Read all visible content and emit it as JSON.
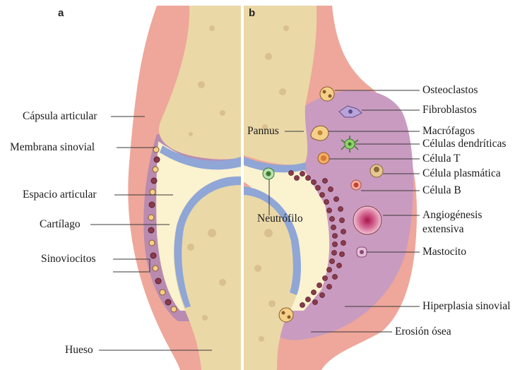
{
  "panels": {
    "a": "a",
    "b": "b"
  },
  "labels_left": {
    "capsula": "Cápsula articular",
    "membrana": "Membrana sinovial",
    "espacio": "Espacio articular",
    "cartilago": "Cartílago",
    "sinoviocitos": "Sinoviocitos",
    "hueso": "Hueso"
  },
  "labels_right": {
    "osteoclastos": "Osteoclastos",
    "fibroblastos": "Fibroblastos",
    "macrofagos": "Macrófagos",
    "dendriticas": "Células dendríticas",
    "celula_t": "Célula T",
    "plasmatica": "Célula plasmática",
    "celula_b": "Célula B",
    "angio_1": "Angiogénesis",
    "angio_2": "extensiva",
    "mastocito": "Mastocito",
    "hiperplasia": "Hiperplasia sinovial",
    "erosion": "Erosión ósea"
  },
  "labels_inner": {
    "pannus": "Pannus",
    "neutrofilo": "Neutrófilo"
  },
  "colors": {
    "capsule": "#eea79a",
    "synovium": "#b98bb0",
    "bone": "#ead8a7",
    "joint_space": "#fbf2cf",
    "cartilage": "#8fa6d6"
  }
}
